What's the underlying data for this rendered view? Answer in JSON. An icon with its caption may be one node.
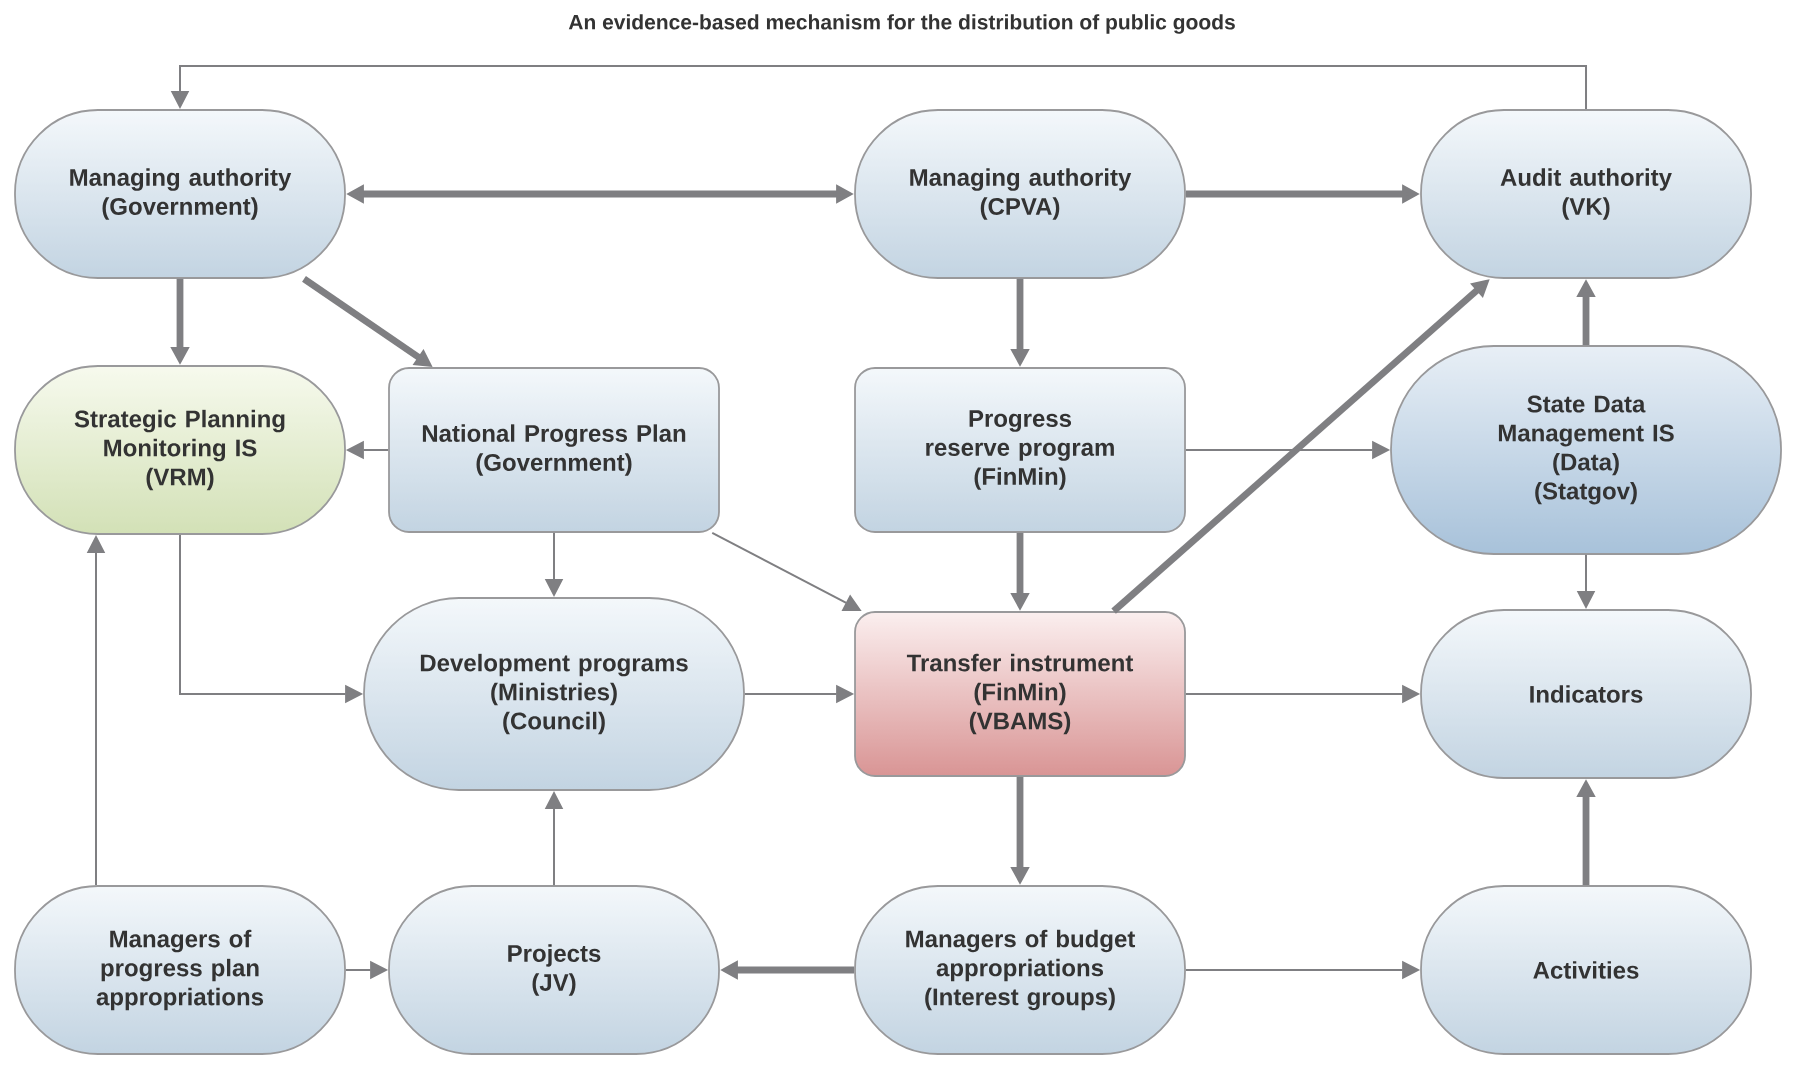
{
  "diagram": {
    "title": "An evidence-based mechanism for the distribution of public goods",
    "nodes": [
      {
        "text": [
          "Managing authority",
          "(Government)"
        ]
      },
      {
        "text": [
          "Managing authority",
          "(CPVA)"
        ]
      },
      {
        "text": [
          "Audit authority",
          "(VK)"
        ]
      },
      {
        "text": [
          "Strategic Planning Monitoring IS",
          "(VRM)"
        ]
      },
      {
        "text": [
          "National Progress Plan",
          "(Government)"
        ]
      },
      {
        "text": [
          "Progress reserve program",
          "(FinMin)"
        ]
      },
      {
        "text": [
          "State Data Management IS",
          "(Data)",
          "(Statgov)"
        ]
      },
      {
        "text": [
          "Development programs",
          "(Ministries)",
          "(Council)"
        ]
      },
      {
        "text": [
          "Transfer instrument",
          "(FinMin)",
          "(VBAMS)"
        ]
      },
      {
        "text": [
          "Indicators"
        ]
      },
      {
        "text": [
          "Managers of progress plan appropriations"
        ]
      },
      {
        "text": [
          "Projects",
          "(JV)"
        ]
      },
      {
        "text": [
          "Managers of budget appropriations",
          "(Interest groups)"
        ]
      },
      {
        "text": [
          "Activities"
        ]
      }
    ],
    "edges": [
      {
        "from": 2,
        "to": 0,
        "arrow": "to"
      },
      {
        "from": 0,
        "to": 1,
        "arrow": "both",
        "style": "thick"
      },
      {
        "from": 1,
        "to": 2,
        "arrow": "to",
        "style": "thick"
      },
      {
        "from": 0,
        "to": 3,
        "arrow": "to",
        "style": "thick"
      },
      {
        "from": 0,
        "to": 4,
        "arrow": "to",
        "style": "thick"
      },
      {
        "from": 4,
        "to": 3,
        "arrow": "to"
      },
      {
        "from": 1,
        "to": 5,
        "arrow": "to",
        "style": "thick"
      },
      {
        "from": 5,
        "to": 6,
        "arrow": "to"
      },
      {
        "from": 8,
        "to": 2,
        "arrow": "to",
        "style": "thick"
      },
      {
        "from": 6,
        "to": 2,
        "arrow": "to",
        "style": "thick"
      },
      {
        "from": 3,
        "to": 7,
        "arrow": "to"
      },
      {
        "from": 4,
        "to": 7,
        "arrow": "to"
      },
      {
        "from": 4,
        "to": 8,
        "arrow": "to"
      },
      {
        "from": 7,
        "to": 8,
        "arrow": "to"
      },
      {
        "from": 5,
        "to": 8,
        "arrow": "to",
        "style": "thick"
      },
      {
        "from": 6,
        "to": 9,
        "arrow": "to"
      },
      {
        "from": 8,
        "to": 9,
        "arrow": "to"
      },
      {
        "from": 8,
        "to": 12,
        "arrow": "to",
        "style": "thick"
      },
      {
        "from": 10,
        "to": 3,
        "arrow": "to"
      },
      {
        "from": 10,
        "to": 11,
        "arrow": "to"
      },
      {
        "from": 11,
        "to": 7,
        "arrow": "to"
      },
      {
        "from": 12,
        "to": 11,
        "arrow": "to",
        "style": "thick"
      },
      {
        "from": 12,
        "to": 13,
        "arrow": "to"
      },
      {
        "from": 13,
        "to": 9,
        "arrow": "to",
        "style": "thick"
      }
    ]
  }
}
